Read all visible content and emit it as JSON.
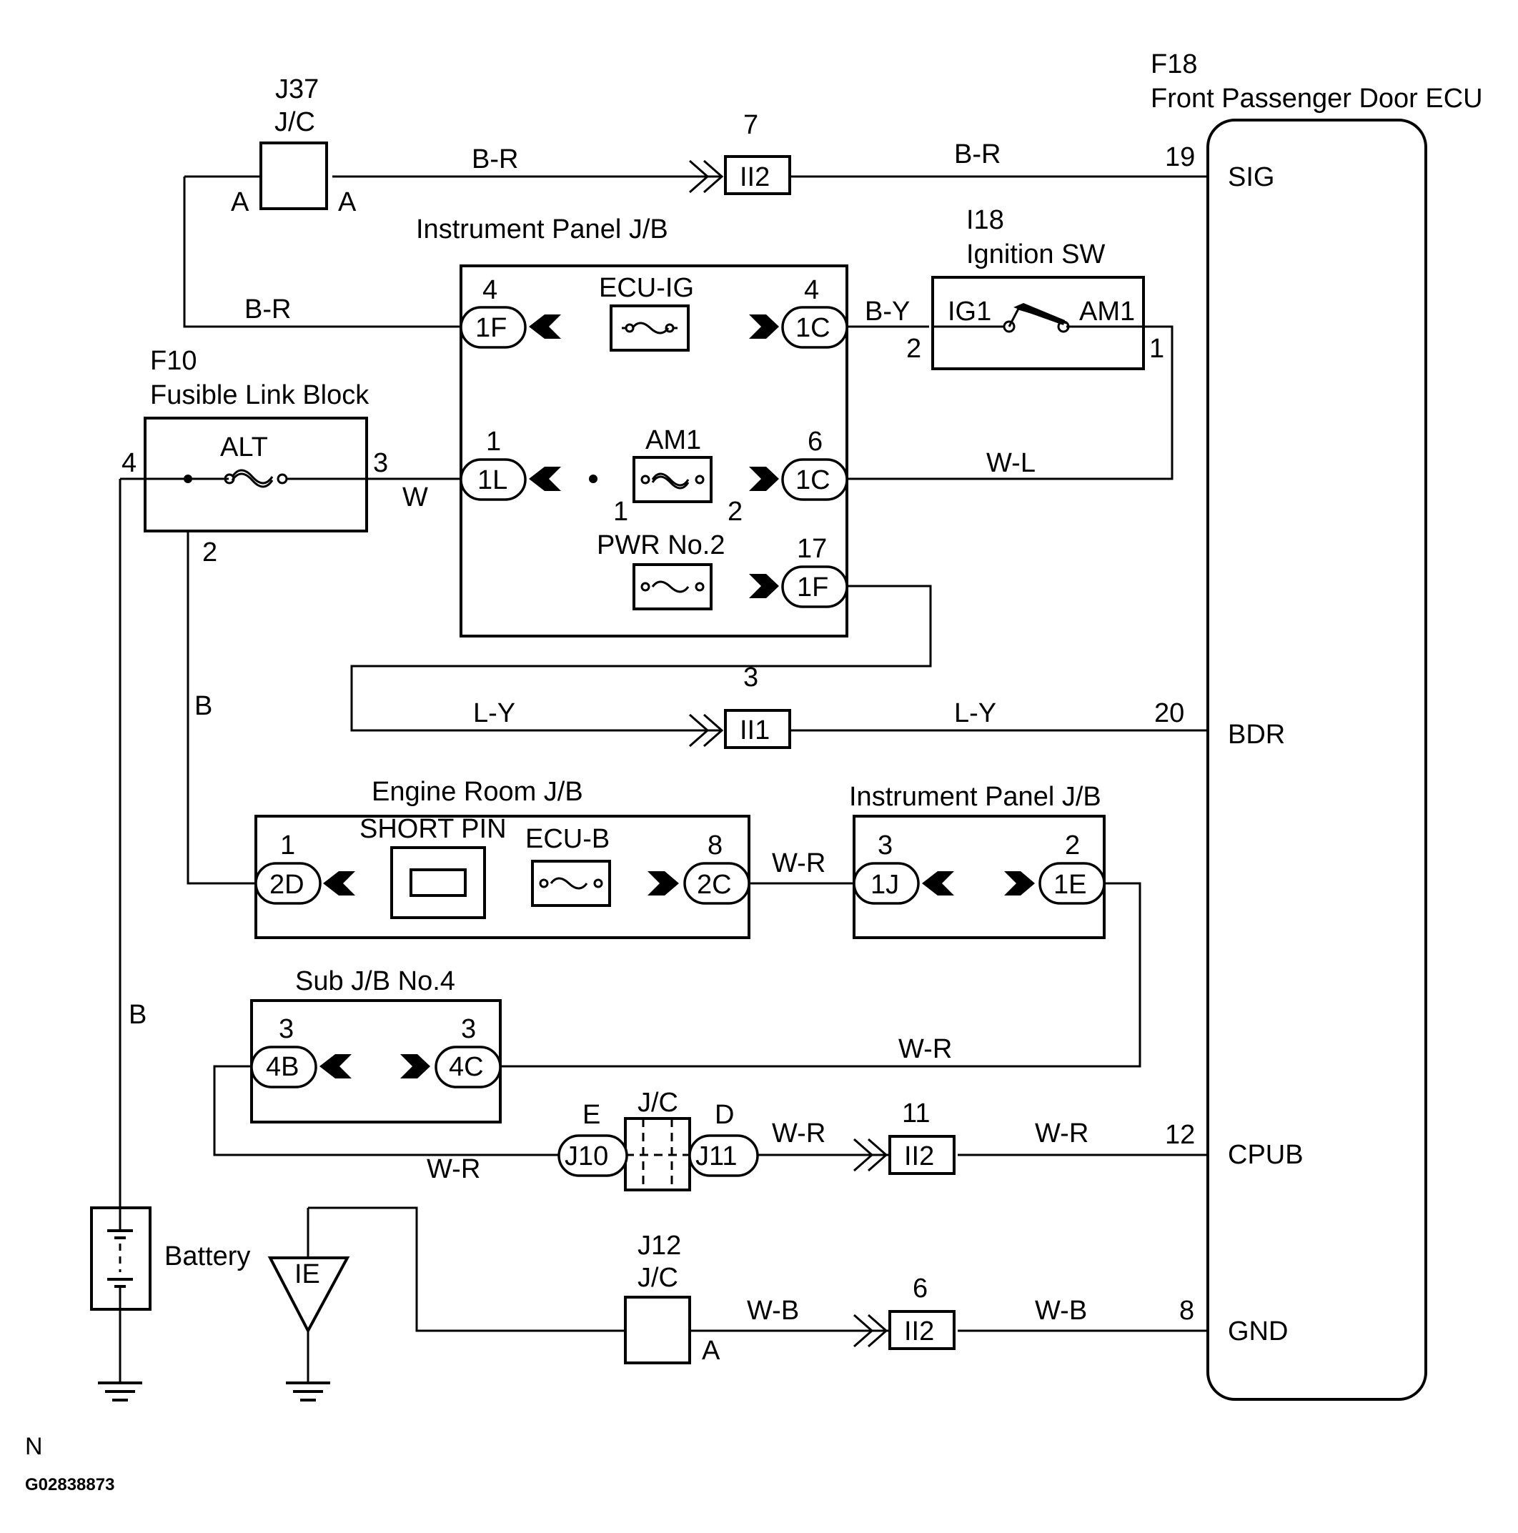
{
  "image_code": "G02838873",
  "page_marker": "N",
  "ecu": {
    "id": "F18",
    "name": "Front Passenger Door ECU",
    "pins": [
      {
        "num": "19",
        "name": "SIG"
      },
      {
        "num": "20",
        "name": "BDR"
      },
      {
        "num": "12",
        "name": "CPUB"
      },
      {
        "num": "8",
        "name": "GND"
      }
    ]
  },
  "j37": {
    "id": "J37",
    "name": "J/C",
    "left": "A",
    "right": "A"
  },
  "j12": {
    "id": "J12",
    "name": "J/C",
    "pin": "A"
  },
  "jc_middle": {
    "name": "J/C",
    "left_pin": "E",
    "right_pin": "D",
    "left_conn": "J10",
    "right_conn": "J11"
  },
  "ignition": {
    "id": "I18",
    "name": "Ignition SW",
    "ig1": "IG1",
    "am1": "AM1",
    "pin_left": "2",
    "pin_right": "1"
  },
  "fusible": {
    "id": "F10",
    "name": "Fusible Link Block",
    "fuse": "ALT",
    "pin_left": "4",
    "pin_right": "3",
    "pin_bottom": "2"
  },
  "ip_jb": {
    "title": "Instrument Panel J/B",
    "fuses": [
      "ECU-IG",
      "AM1",
      "PWR No.2"
    ],
    "connectors": [
      {
        "num": "4",
        "code": "1F"
      },
      {
        "num": "4",
        "code": "1C"
      },
      {
        "num": "1",
        "code": "1L"
      },
      {
        "num": "6",
        "code": "1C"
      },
      {
        "num": "17",
        "code": "1F"
      }
    ],
    "am1_pins": [
      "1",
      "2"
    ]
  },
  "er_jb": {
    "title": "Engine Room J/B",
    "short_pin": "SHORT PIN",
    "fuse": "ECU-B",
    "connectors": [
      {
        "num": "1",
        "code": "2D"
      },
      {
        "num": "8",
        "code": "2C"
      }
    ]
  },
  "ip_jb2": {
    "title": "Instrument Panel J/B",
    "connectors": [
      {
        "num": "3",
        "code": "1J"
      },
      {
        "num": "2",
        "code": "1E"
      }
    ]
  },
  "sub_jb": {
    "title": "Sub J/B No.4",
    "connectors": [
      {
        "num": "3",
        "code": "4B"
      },
      {
        "num": "3",
        "code": "4C"
      }
    ]
  },
  "inline": [
    {
      "num": "7",
      "code": "II2"
    },
    {
      "num": "3",
      "code": "II1"
    },
    {
      "num": "11",
      "code": "II2"
    },
    {
      "num": "6",
      "code": "II2"
    }
  ],
  "battery": "Battery",
  "ground": "IE",
  "wires": {
    "br1": "B-R",
    "br2": "B-R",
    "br3": "B-R",
    "by": "B-Y",
    "wl": "W-L",
    "w": "W",
    "ly1": "L-Y",
    "ly2": "L-Y",
    "b1": "B",
    "b2": "B",
    "wr1": "W-R",
    "wr2": "W-R",
    "wr3": "W-R",
    "wr4": "W-R",
    "wr5": "W-R",
    "wb1": "W-B",
    "wb2": "W-B"
  }
}
